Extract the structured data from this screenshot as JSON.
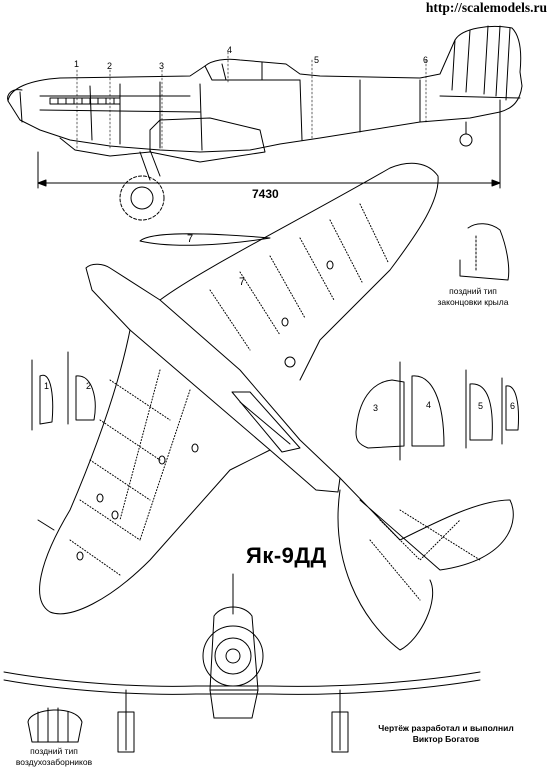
{
  "watermark": "http://scalemodels.ru",
  "dimension_length": "7430",
  "aircraft_name": "Як-9ДД",
  "wing_profile_label": "7",
  "wing_section_callout": "7",
  "side_view_callouts": [
    "1",
    "2",
    "3",
    "4",
    "5",
    "6"
  ],
  "sections_left": [
    "1",
    "2"
  ],
  "sections_right": [
    "3",
    "4",
    "5",
    "6"
  ],
  "wingtip_note": [
    "поздний тип",
    "законцовки крыла"
  ],
  "intake_note": [
    "поздний тип",
    "воздухозаборников"
  ],
  "credit": [
    "Чертёж разработал и выполнил",
    "Виктор Богатов"
  ]
}
